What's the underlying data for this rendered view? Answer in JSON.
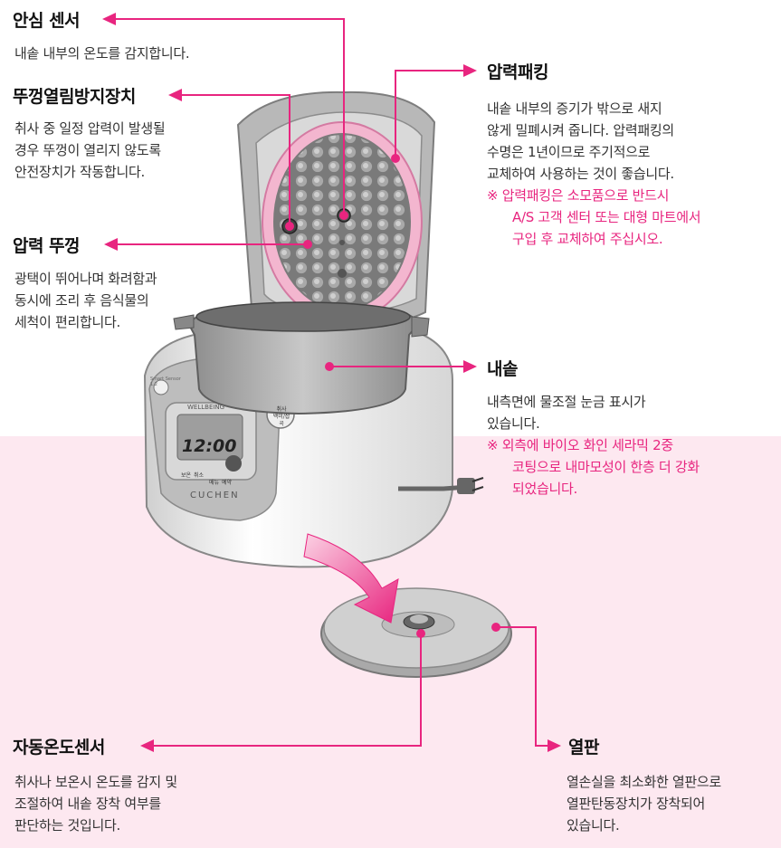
{
  "parts": {
    "safety_sensor": {
      "label": "안심 센서",
      "desc": [
        "내솥 내부의 온도를 감지합니다."
      ]
    },
    "lid_lock": {
      "label": "뚜껑열림방지장치",
      "desc": [
        "취사 중 일정 압력이 발생될",
        "경우 뚜껑이 열리지 않도록",
        "안전장치가 작동합니다."
      ]
    },
    "pressure_lid": {
      "label": "압력 뚜껑",
      "desc": [
        "광택이 뛰어나며 화려함과",
        "동시에 조리 후 음식물의",
        "세척이 편리합니다."
      ]
    },
    "packing": {
      "label": "압력패킹",
      "desc": [
        "내솥 내부의 증기가 밖으로 새지",
        "않게 밀폐시켜 줍니다. 압력패킹의",
        "수명은 1년이므로 주기적으로",
        "교체하여 사용하는 것이 좋습니다."
      ],
      "note": [
        "※ 압력패킹은 소모품으로 반드시",
        "A/S 고객 센터 또는 대형 마트에서",
        "구입 후 교체하여 주십시오."
      ]
    },
    "inner_pot": {
      "label": "내솥",
      "desc": [
        "내측면에 물조절 눈금 표시가",
        "있습니다."
      ],
      "note": [
        "※ 외측에 바이오 화인 세라믹 2중",
        "코팅으로 내마모성이 한층 더 강화",
        "되었습니다."
      ]
    },
    "auto_sensor": {
      "label": "자동온도센서",
      "desc": [
        "취사나 보온시 온도를 감지 및",
        "조절하여 내솥 장착 여부를",
        "판단하는 것입니다."
      ]
    },
    "heat_plate": {
      "label": "열판",
      "desc": [
        "열손실을 최소화한 열판으로",
        "열판탄동장치가 장착되어",
        "있습니다."
      ]
    }
  },
  "product": {
    "brand": "CUCHEN",
    "panel_brand": "WELLBEING",
    "display_time": "12:00",
    "btn_cook": "취사",
    "btn_cook_sub": "백미/잡곡",
    "btn_warm": "보온",
    "btn_cancel": "취소",
    "btn_menu": "메뉴",
    "btn_time": "예약",
    "side_badge": "Smart Sensor",
    "side_badge2": "1.2"
  },
  "colors": {
    "accent": "#e8257f",
    "band": "#fde8f0"
  }
}
